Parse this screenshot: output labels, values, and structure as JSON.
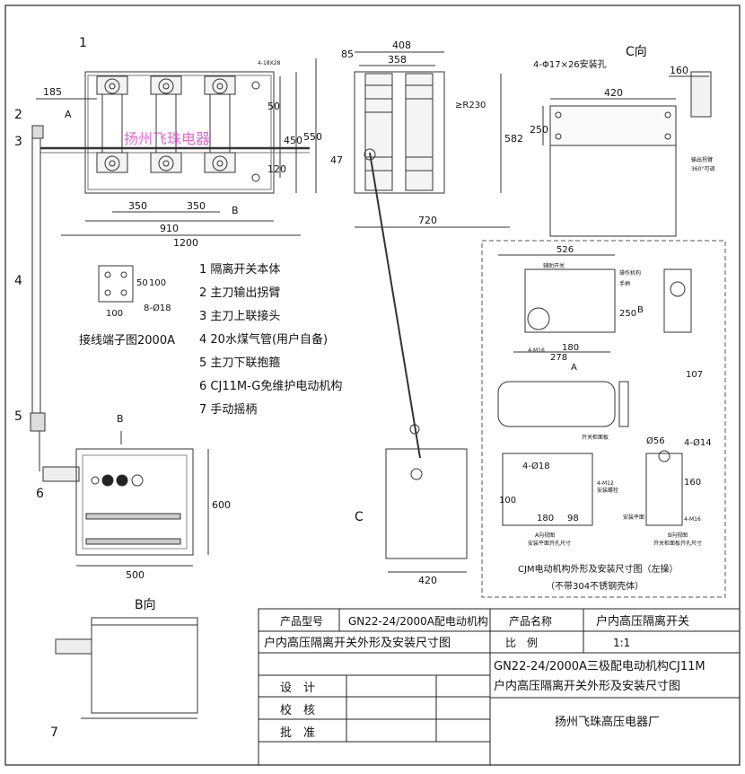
{
  "watermark": "扬州飞珠电器",
  "front_view": {
    "dims": {
      "d185": "185",
      "d1200": "1200",
      "d910": "910",
      "d350a": "350",
      "d350b": "350",
      "d550": "550",
      "d450": "450",
      "d50": "50",
      "d120": "120",
      "hole": "4-18X28"
    },
    "callouts": [
      "1",
      "2",
      "3",
      "4",
      "5",
      "6",
      "7"
    ],
    "arrow_a": "A",
    "arrow_b": "B"
  },
  "terminal_detail": {
    "title": "接线端子图2000A",
    "d100a": "100",
    "d50": "50",
    "d100b": "100",
    "holes": "8-Ø18"
  },
  "legend": [
    "1 隔离开关本体",
    "2 主刀输出拐臂",
    "3 主刀上联接头",
    "4 20水煤气管(用户自备)",
    "5 主刀下联抱箍",
    "6 CJ11M-G免维护电动机构",
    "7 手动摇柄"
  ],
  "side_view": {
    "d408": "408",
    "d358": "358",
    "d85": "85",
    "d47": "47",
    "d582": "582",
    "r230": "≥R230",
    "d720": "720",
    "d420": "420",
    "arrow_c": "C"
  },
  "c_view": {
    "title": "C向",
    "holes": "4-Φ17×26安装孔",
    "d420": "420",
    "d250": "250",
    "d160": "160",
    "output_arm": "输出拐臂",
    "rotate": "360°可调"
  },
  "cabinet": {
    "d600": "600",
    "d500": "500",
    "arrow_b": "B"
  },
  "b_view": {
    "title": "B向"
  },
  "mechanism_detail": {
    "d526": "526",
    "d250": "250",
    "d278": "278",
    "d180": "180",
    "d107": "107",
    "m16": "4-M16",
    "phi56": "Ø56",
    "d4_14": "4-Ø14",
    "d160": "160",
    "d4_18": "4-Ø18",
    "d100": "100",
    "d180b": "180",
    "d98": "98",
    "note_a": "A向视图",
    "note_a2": "安装平面开孔尺寸",
    "note_b": "B向视图",
    "note_b2": "开关柜面板开孔尺寸",
    "lbl_panel": "开关柜面板",
    "lbl_plane": "安装平面",
    "lbl_bolt": "安装螺栓",
    "lbl_m12": "4-M12",
    "lbl_m16b": "4-M16",
    "lbl_aux": "辅助开关",
    "lbl_op": "操作机构",
    "lbl_handle": "手柄",
    "arrow_a": "A",
    "arrow_b": "B",
    "caption": "CJM电动机构外形及安装尺寸图（左操）",
    "caption2": "（不带304不锈钢壳体）"
  },
  "title_block": {
    "model_label": "产品型号",
    "model_value": "GN22-24/2000A配电动机构",
    "name_label": "产品名称",
    "name_value": "户内高压隔离开关",
    "drawing_title": "户内高压隔离开关外形及安装尺寸图",
    "scale_label": "比　例",
    "scale_value": "1:1",
    "main_title_1": "GN22-24/2000A三极配电动机构CJ11M",
    "main_title_2": "户内高压隔离开关外形及安装尺寸图",
    "design": "设　计",
    "check": "校　核",
    "approve": "批　准",
    "company": "扬州飞珠高压电器厂"
  }
}
